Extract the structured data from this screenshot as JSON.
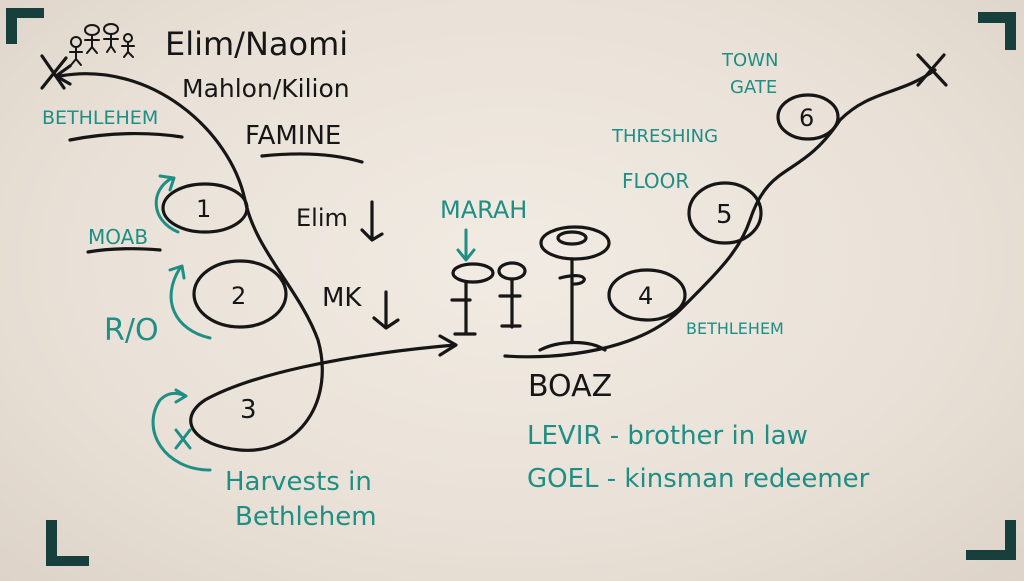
{
  "colors": {
    "board": "#ece4da",
    "black_ink": "#161616",
    "teal_ink": "#1f8e84",
    "corner_marks": "#17403c"
  },
  "labels": {
    "family_top": "Elim/Naomi",
    "family_sons": "Mahlon/Kilion",
    "famine": "FAMINE",
    "bethlehem_top": "BETHLEHEM",
    "moab": "MOAB",
    "elim_down": "Elim",
    "mk_down": "MK",
    "ro": "R/O",
    "harvests_line1": "Harvests in",
    "harvests_line2": "Bethlehem",
    "marah": "MARAH",
    "boaz": "BOAZ",
    "levir": "LEVIR - brother in law",
    "goel": "GOEL - kinsman redeemer",
    "bethlehem_right": "BETHLEHEM",
    "threshing_line1": "THRESHING",
    "threshing_line2": "FLOOR",
    "town_line1": "TOWN",
    "town_line2": "GATE"
  },
  "stages": [
    "1",
    "2",
    "3",
    "4",
    "5",
    "6"
  ],
  "marks": {
    "start_x": "X",
    "end_x": "X",
    "harvest_x": "X"
  }
}
